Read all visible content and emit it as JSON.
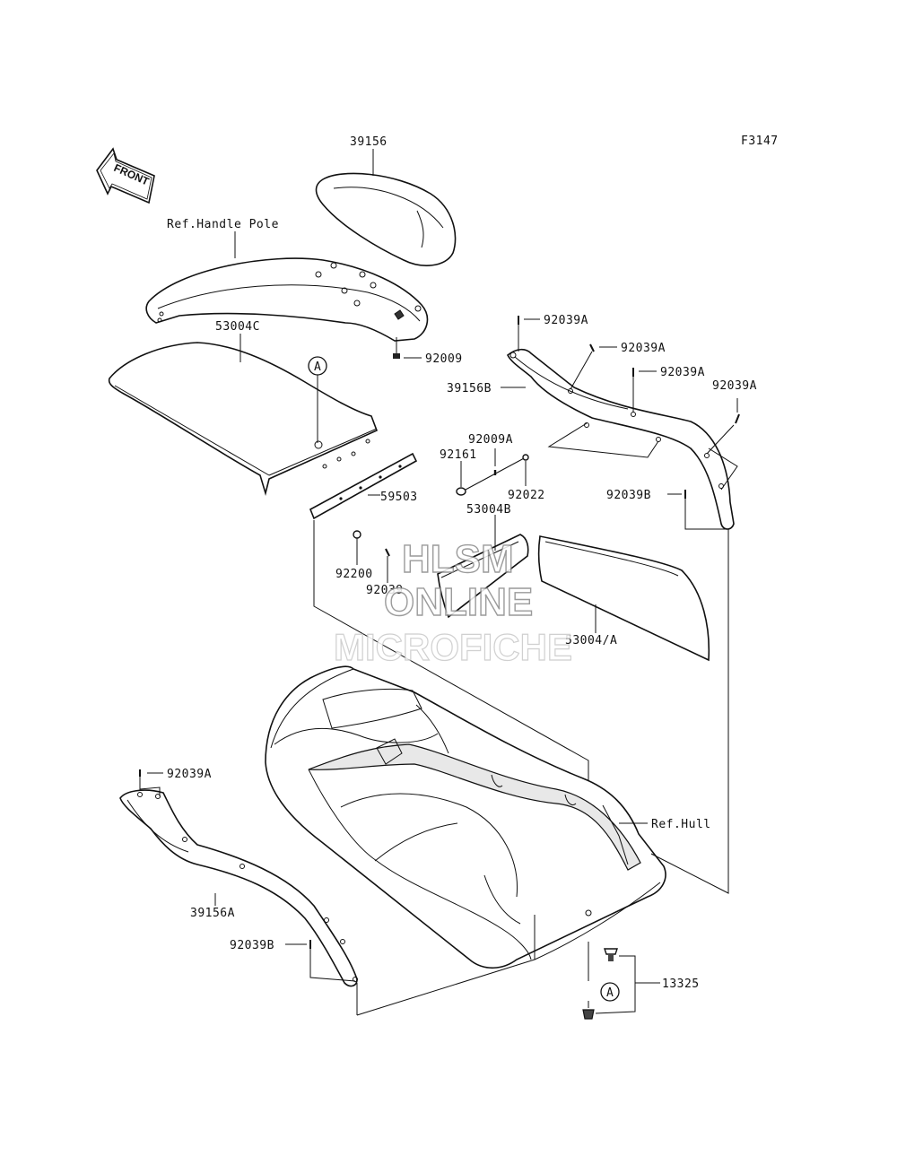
{
  "figure_code": "F3147",
  "front_arrow_label": "FRONT",
  "callouts": {
    "p39156": "39156",
    "ref_handle_pole": "Ref.Handle Pole",
    "p53004c": "53004C",
    "p92009": "92009",
    "a_top": "A",
    "p59503": "59503",
    "p92200": "92200",
    "p92039": "92039",
    "p92039a_1": "92039A",
    "p92039a_2": "92039A",
    "p92039a_3": "92039A",
    "p92039a_4": "92039A",
    "p39156b": "39156B",
    "p92009a": "92009A",
    "p92161": "92161",
    "p92022": "92022",
    "p92039b_right": "92039B",
    "p53004b": "53004B",
    "p53004a": "53004/A",
    "ref_hull": "Ref.Hull",
    "p92039a_left": "92039A",
    "p39156a": "39156A",
    "p92039b_left": "92039B",
    "p13325": "13325",
    "a_bottom": "A"
  },
  "watermark": {
    "line1": "HLSM",
    "line2": "ONLINE",
    "line3": "MICROFICHE"
  }
}
